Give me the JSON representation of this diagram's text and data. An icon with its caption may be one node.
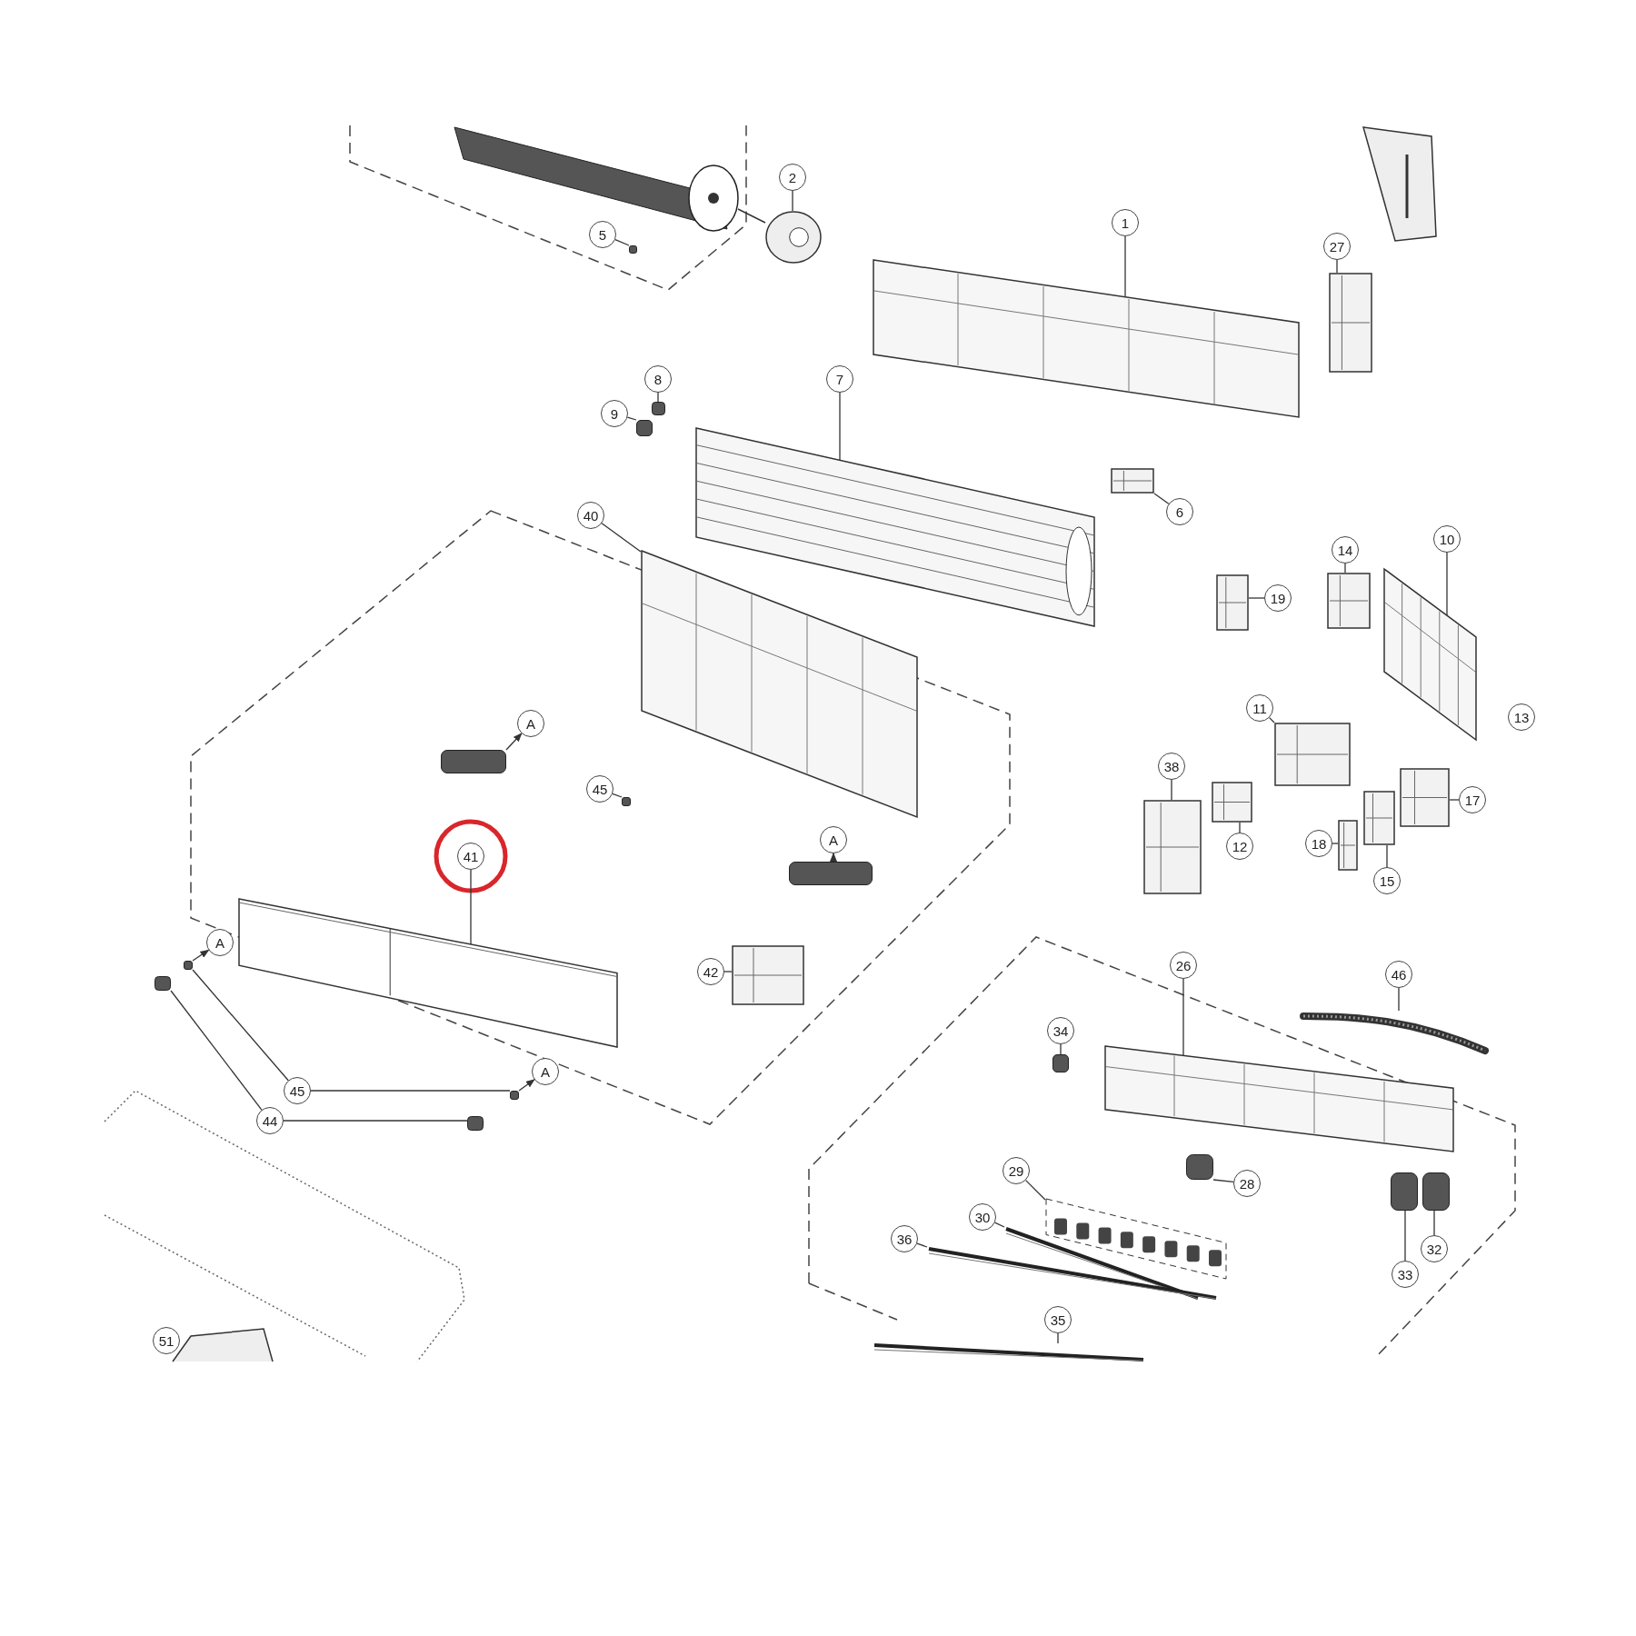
{
  "diagram": {
    "nodes": [
      {
        "text": [
          "1"
        ]
      },
      {
        "text": [],
        "shape": "picture"
      },
      {
        "text": [
          "2"
        ]
      },
      {
        "text": [],
        "shape": "picture"
      },
      {
        "text": [
          "5"
        ]
      },
      {
        "text": [],
        "shape": "box"
      },
      {
        "text": [
          "7"
        ]
      },
      {
        "text": [],
        "shape": "picture"
      },
      {
        "text": [
          "8"
        ]
      },
      {
        "text": [],
        "shape": "box"
      },
      {
        "text": [
          "9"
        ]
      },
      {
        "text": [],
        "shape": "box"
      },
      {
        "text": [
          "6"
        ]
      },
      {
        "text": [],
        "shape": "picture"
      },
      {
        "text": [
          "27"
        ]
      },
      {
        "text": [],
        "shape": "picture"
      },
      {
        "text": [
          "40"
        ]
      },
      {
        "text": [],
        "shape": "picture"
      },
      {
        "text": [
          "14"
        ]
      },
      {
        "text": [],
        "shape": "picture"
      },
      {
        "text": [
          "10"
        ]
      },
      {
        "text": [],
        "shape": "picture"
      },
      {
        "text": [
          "19"
        ]
      },
      {
        "text": [],
        "shape": "picture"
      },
      {
        "text": [
          "A"
        ]
      },
      {
        "text": [],
        "shape": "box"
      },
      {
        "text": [
          "11"
        ]
      },
      {
        "text": [],
        "shape": "picture"
      },
      {
        "text": [
          "45"
        ]
      },
      {
        "text": [],
        "shape": "box"
      },
      {
        "text": [
          "38"
        ]
      },
      {
        "text": [],
        "shape": "picture"
      },
      {
        "text": [
          "17"
        ]
      },
      {
        "text": [],
        "shape": "picture"
      },
      {
        "text": [
          "A"
        ]
      },
      {
        "text": [],
        "shape": "box"
      },
      {
        "text": [
          "41"
        ]
      },
      {
        "text": [],
        "shape": "picture"
      },
      {
        "text": [
          "12"
        ]
      },
      {
        "text": [],
        "shape": "picture"
      },
      {
        "text": [
          "18"
        ]
      },
      {
        "text": [],
        "shape": "picture"
      },
      {
        "text": [
          "15"
        ]
      },
      {
        "text": [],
        "shape": "picture"
      },
      {
        "text": [
          "A"
        ]
      },
      {
        "text": [],
        "shape": "box"
      },
      {
        "text": [
          "42"
        ]
      },
      {
        "text": [],
        "shape": "picture"
      },
      {
        "text": [
          "26"
        ]
      },
      {
        "text": [],
        "shape": "picture"
      },
      {
        "text": [
          "46"
        ]
      },
      {
        "text": [],
        "shape": "picture"
      },
      {
        "text": [
          "34"
        ]
      },
      {
        "text": [],
        "shape": "box"
      },
      {
        "text": [
          "A"
        ]
      },
      {
        "text": [],
        "shape": "box"
      },
      {
        "text": [
          "45"
        ]
      },
      {
        "text": [
          "44"
        ]
      },
      {
        "text": [],
        "shape": "box"
      },
      {
        "text": [],
        "shape": "box"
      },
      {
        "text": [
          "29"
        ]
      },
      {
        "text": [],
        "shape": "picture"
      },
      {
        "text": [
          "28"
        ]
      },
      {
        "text": [],
        "shape": "box"
      },
      {
        "text": [
          "30"
        ]
      },
      {
        "text": [],
        "shape": "picture"
      },
      {
        "text": [
          "36"
        ]
      },
      {
        "text": [],
        "shape": "picture"
      },
      {
        "text": [
          "32"
        ]
      },
      {
        "text": [],
        "shape": "box"
      },
      {
        "text": [
          "33"
        ]
      },
      {
        "text": [],
        "shape": "box"
      },
      {
        "text": [
          "35"
        ]
      },
      {
        "text": [],
        "shape": "picture"
      },
      {
        "text": [
          "13"
        ]
      },
      {
        "text": [
          "51"
        ]
      }
    ],
    "edges": [
      {
        "from": 0,
        "to": 1,
        "arrow": "none"
      },
      {
        "from": 2,
        "to": 3,
        "arrow": "none"
      },
      {
        "from": 4,
        "to": 5,
        "arrow": "none"
      },
      {
        "from": 6,
        "to": 7,
        "arrow": "none"
      },
      {
        "from": 8,
        "to": 9,
        "arrow": "none"
      },
      {
        "from": 10,
        "to": 11,
        "arrow": "none"
      },
      {
        "from": 12,
        "to": 13,
        "arrow": "none"
      },
      {
        "from": 14,
        "to": 15,
        "arrow": "none"
      },
      {
        "from": 16,
        "to": 17,
        "arrow": "none"
      },
      {
        "from": 18,
        "to": 19,
        "arrow": "none"
      },
      {
        "from": 20,
        "to": 21,
        "arrow": "none"
      },
      {
        "from": 22,
        "to": 23,
        "arrow": "none"
      },
      {
        "from": 25,
        "to": 24,
        "arrow": "to"
      },
      {
        "from": 26,
        "to": 27,
        "arrow": "none"
      },
      {
        "from": 28,
        "to": 29,
        "arrow": "none"
      },
      {
        "from": 30,
        "to": 31,
        "arrow": "none"
      },
      {
        "from": 32,
        "to": 33,
        "arrow": "none"
      },
      {
        "from": 35,
        "to": 34,
        "arrow": "to"
      },
      {
        "from": 36,
        "to": 37,
        "arrow": "none"
      },
      {
        "from": 38,
        "to": 39,
        "arrow": "none"
      },
      {
        "from": 40,
        "to": 41,
        "arrow": "none"
      },
      {
        "from": 42,
        "to": 43,
        "arrow": "none"
      },
      {
        "from": 45,
        "to": 44,
        "arrow": "to"
      },
      {
        "from": 46,
        "to": 47,
        "arrow": "none"
      },
      {
        "from": 48,
        "to": 49,
        "arrow": "none"
      },
      {
        "from": 50,
        "to": 51,
        "arrow": "none"
      },
      {
        "from": 52,
        "to": 53,
        "arrow": "none"
      },
      {
        "from": 55,
        "to": 54,
        "arrow": "to"
      },
      {
        "from": 56,
        "to": 45,
        "arrow": "none"
      },
      {
        "from": 56,
        "to": 55,
        "arrow": "none"
      },
      {
        "from": 57,
        "to": 58,
        "arrow": "none"
      },
      {
        "from": 57,
        "to": 59,
        "arrow": "none"
      },
      {
        "from": 60,
        "to": 61,
        "arrow": "none"
      },
      {
        "from": 62,
        "to": 63,
        "arrow": "none"
      },
      {
        "from": 64,
        "to": 65,
        "arrow": "none"
      },
      {
        "from": 66,
        "to": 67,
        "arrow": "none"
      },
      {
        "from": 68,
        "to": 69,
        "arrow": "none"
      },
      {
        "from": 70,
        "to": 71,
        "arrow": "none"
      },
      {
        "from": 72,
        "to": 73,
        "arrow": "none"
      }
    ]
  }
}
